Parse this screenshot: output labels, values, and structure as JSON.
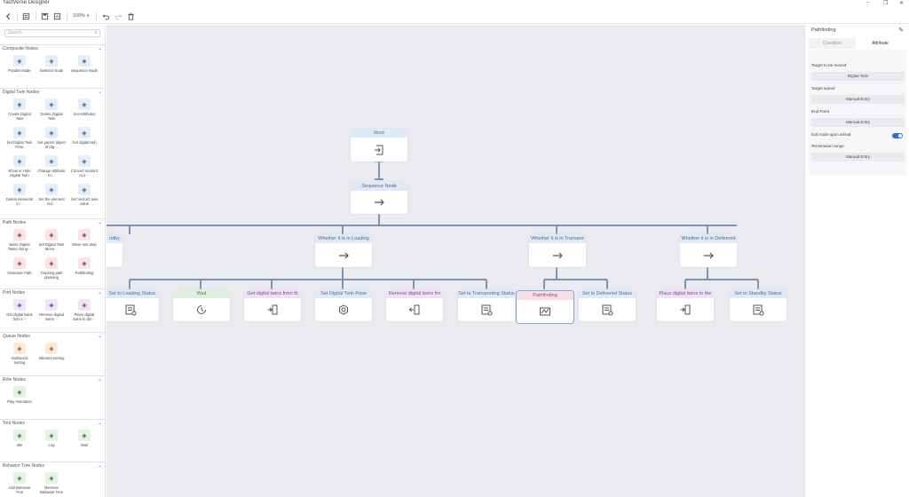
{
  "window": {
    "title": "YactVerse Designer"
  },
  "toolbar": {
    "zoom": "100%"
  },
  "left_panel": {
    "search_placeholder": "Search",
    "sections": [
      {
        "title": "Composite Nodes",
        "items": [
          {
            "label": "Parallel Node",
            "icon": "parallel-icon",
            "color": "blue"
          },
          {
            "label": "Selector Node",
            "icon": "question-icon",
            "color": "blue"
          },
          {
            "label": "Sequence Node",
            "icon": "arrow-right-icon",
            "color": "blue"
          }
        ]
      },
      {
        "title": "Digital Twin Nodes",
        "items": [
          {
            "label": "Create Digital Twin",
            "icon": "cube-plus-icon",
            "color": "blue"
          },
          {
            "label": "Delete Digital Twin",
            "icon": "cube-minus-icon",
            "color": "blue"
          },
          {
            "label": "Set Attributes",
            "icon": "attributes-icon",
            "color": "blue"
          },
          {
            "label": "Set Digital Twin Pose",
            "icon": "pose-icon",
            "color": "blue"
          },
          {
            "label": "Set parent object of dig···",
            "icon": "parent-icon",
            "color": "blue"
          },
          {
            "label": "Get digital twin",
            "icon": "get-twin-icon",
            "color": "blue"
          },
          {
            "label": "Show or Hide Digital Twin",
            "icon": "visibility-icon",
            "color": "blue"
          },
          {
            "label": "Change attribute to···",
            "icon": "change-attr-icon",
            "color": "blue"
          },
          {
            "label": "Convert Vector3 to a···",
            "icon": "convert-icon",
            "color": "blue"
          },
          {
            "label": "Delete elements in···",
            "icon": "delete-elements-icon",
            "color": "blue"
          },
          {
            "label": "Set the element ind···",
            "icon": "set-element-icon",
            "color": "blue"
          },
          {
            "label": "Set Vector3 axis value",
            "icon": "axis-icon",
            "color": "blue"
          }
        ]
      },
      {
        "title": "Path Nodes",
        "items": [
          {
            "label": "Move Digital Twins Along···",
            "icon": "move-path-icon",
            "color": "pink"
          },
          {
            "label": "Set Digital Twin Move···",
            "icon": "move-set-icon",
            "color": "pink"
          },
          {
            "label": "Move one step",
            "icon": "step-icon",
            "color": "pink"
          },
          {
            "label": "Generate Path",
            "icon": "generate-path-icon",
            "color": "pink"
          },
          {
            "label": "Tracking path planning",
            "icon": "tracking-icon",
            "color": "pink"
          },
          {
            "label": "Pathfinding",
            "icon": "pathfinding-icon",
            "color": "pink"
          }
        ]
      },
      {
        "title": "Port Nodes",
        "items": [
          {
            "label": "Get digital twins from t···",
            "icon": "port-get-icon",
            "color": "purple"
          },
          {
            "label": "Remove digital twins···",
            "icon": "port-remove-icon",
            "color": "purple"
          },
          {
            "label": "Place digital twins to the···",
            "icon": "port-place-icon",
            "color": "purple"
          }
        ]
      },
      {
        "title": "Queue Nodes",
        "items": [
          {
            "label": "Outbound sorting",
            "icon": "outbound-icon",
            "color": "orange"
          },
          {
            "label": "Inbound sorting",
            "icon": "inbound-icon",
            "color": "orange"
          }
        ]
      },
      {
        "title": "Role Nodes",
        "items": [
          {
            "label": "Play Animation",
            "icon": "animation-icon",
            "color": "green"
          }
        ]
      },
      {
        "title": "Tool Nodes",
        "items": [
          {
            "label": "Idle",
            "icon": "hourglass-icon",
            "color": "green"
          },
          {
            "label": "Log",
            "icon": "log-icon",
            "color": "green"
          },
          {
            "label": "Wait",
            "icon": "wait-icon",
            "color": "green"
          }
        ]
      },
      {
        "title": "Behavior Tree Nodes",
        "items": [
          {
            "label": "Add Behavior Tree",
            "icon": "add-tree-icon",
            "color": "green"
          },
          {
            "label": "Remove Behavior Tree",
            "icon": "remove-tree-icon",
            "color": "green"
          }
        ]
      }
    ]
  },
  "canvas": {
    "nodes": {
      "root": {
        "label": "Root",
        "icon": "enter-icon"
      },
      "sequence": {
        "label": "Sequence Node",
        "icon": "arrow-right-icon"
      },
      "standby_partial": {
        "label": "ndby",
        "icon": ""
      },
      "loading": {
        "label": "Whether it is in Loading",
        "icon": "arrow-right-icon"
      },
      "transport": {
        "label": "Whether it is in Transpor",
        "icon": "arrow-right-icon"
      },
      "delivered": {
        "label": "Whether it is in Delivered",
        "icon": "arrow-right-icon"
      },
      "set_loading": {
        "label": "Set to Loading Status",
        "icon": "attributes-icon"
      },
      "wait": {
        "label": "Wait",
        "icon": "wait-icon"
      },
      "get_twins": {
        "label": "Get digital twins from th",
        "icon": "port-get-icon"
      },
      "set_pose": {
        "label": "Set Digital Twin Pose",
        "icon": "pose-icon"
      },
      "remove_twins": {
        "label": "Remove digital twins fro",
        "icon": "port-remove-icon"
      },
      "set_transport": {
        "label": "Set to Transporting Status",
        "icon": "attributes-icon"
      },
      "pathfinding": {
        "label": "Pathfinding",
        "icon": "pathfinding-icon"
      },
      "set_delivered": {
        "label": "Set to Delivered Status",
        "icon": "attributes-icon"
      },
      "place_twins": {
        "label": "Place digital twins to the",
        "icon": "port-place-icon"
      },
      "set_standby": {
        "label": "Set to Standby Status",
        "icon": "attributes-icon"
      }
    }
  },
  "right_panel": {
    "title": "Pathfinding",
    "tabs": {
      "condition": "Condition",
      "attribute": "Attribute"
    },
    "fields": {
      "target_label": "Target to be moved",
      "target_value": "Digital Twin",
      "speed_label": "Target speed",
      "speed_value": "Manual Entry",
      "end_label": "End Point",
      "end_value": "Manual Entry",
      "exit_label": "Exit node upon arrival",
      "exit_on": true,
      "range_label": "Termination range",
      "range_value": "Manual Entry"
    }
  },
  "colors": {
    "accent": "#2f6fd6",
    "line": "#7d93b5",
    "canvas": "#ebebef"
  }
}
